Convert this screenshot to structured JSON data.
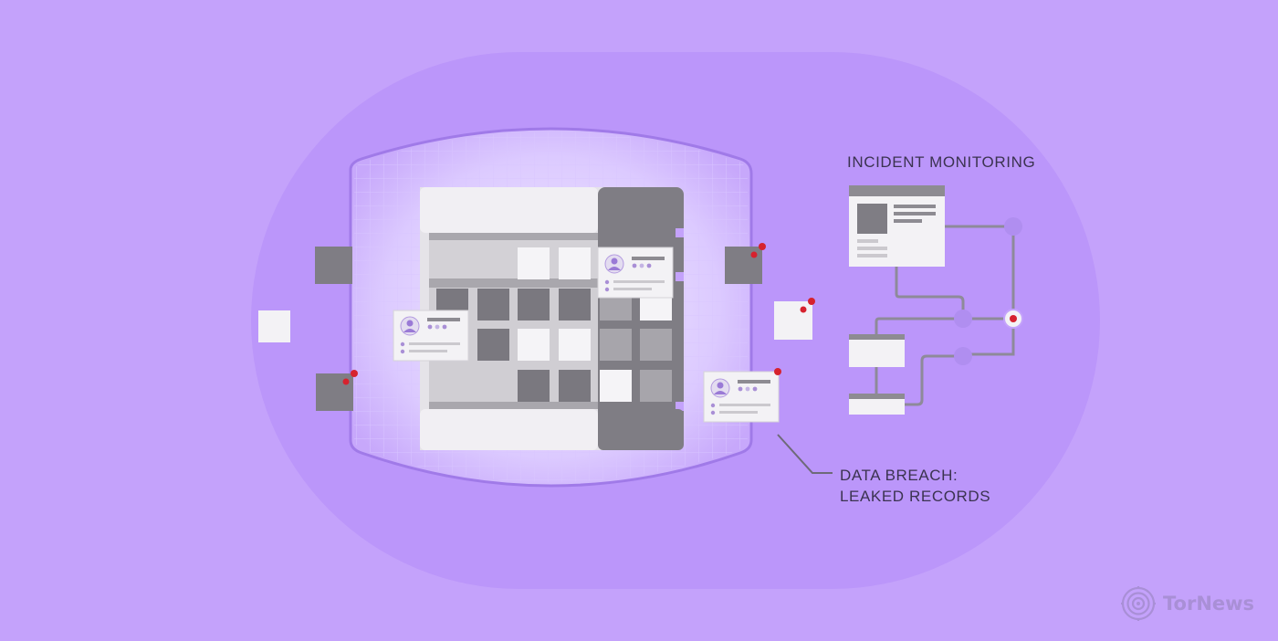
{
  "labels": {
    "incident_monitoring": "INCIDENT MONITORING",
    "breach_line1": "DATA BREACH:",
    "breach_line2": "LEAKED RECORDS"
  },
  "brand": {
    "name": "TorNews",
    "icon": "tornews-logo-icon"
  },
  "colors": {
    "background": "#c4a2fb",
    "oval": "#bb96fa",
    "frame": "#a07ae8",
    "alert_dot": "#d6222e",
    "node": "#b08ef0",
    "line": "#8e8a99"
  },
  "icons": [
    "user-avatar-icon",
    "alert-dot-icon"
  ]
}
